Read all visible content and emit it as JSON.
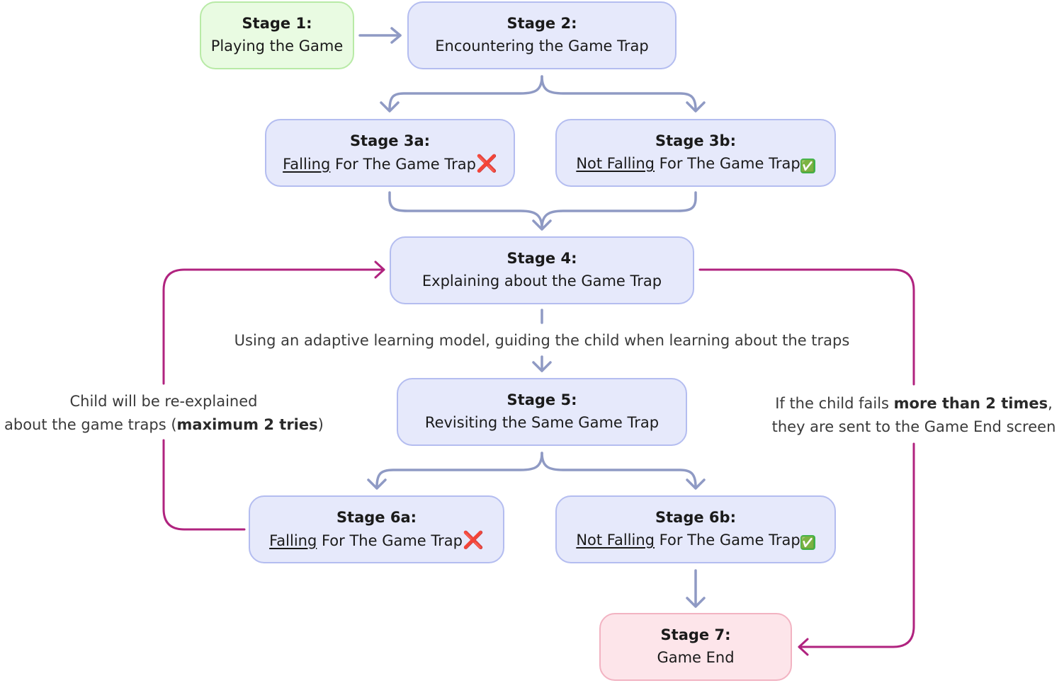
{
  "stages": {
    "s1": {
      "title": "Stage 1:",
      "desc": "Playing the Game"
    },
    "s2": {
      "title": "Stage 2:",
      "desc": "Encountering the Game Trap"
    },
    "s3a": {
      "title": "Stage 3a:",
      "desc_underlined": "Falling",
      "desc_rest": " For The Game Trap",
      "mark": "❌"
    },
    "s3b": {
      "title": "Stage 3b:",
      "desc_underlined": "Not Falling",
      "desc_rest": " For The Game Trap",
      "mark": "✅"
    },
    "s4": {
      "title": "Stage 4:",
      "desc": "Explaining about the Game Trap"
    },
    "s5": {
      "title": "Stage 5:",
      "desc": "Revisiting the Same Game Trap"
    },
    "s6a": {
      "title": "Stage 6a:",
      "desc_underlined": "Falling",
      "desc_rest": " For The Game Trap",
      "mark": "❌"
    },
    "s6b": {
      "title": "Stage 6b:",
      "desc_underlined": "Not Falling",
      "desc_rest": " For The Game Trap",
      "mark": "✅"
    },
    "s7": {
      "title": "Stage 7:",
      "desc": "Game End"
    }
  },
  "annotations": {
    "adaptive": "Using an adaptive learning model, guiding the child when learning about the traps",
    "reexplain": {
      "line1": "Child will be re-explained",
      "line2_pre": "about the game traps (",
      "line2_bold": "maximum 2 tries",
      "line2_post": ")"
    },
    "fail": {
      "line1_pre": "If the child fails ",
      "line1_bold": "more than 2 times",
      "line1_post": ",",
      "line2": "they are sent to the Game End screen"
    }
  },
  "colors": {
    "flow_arrow": "#8f9ac4",
    "loop_arrow": "#b0237f",
    "node_fill": "#e6e9fb",
    "node_border": "#b4bdf0",
    "start_fill": "#e9fbe2",
    "start_border": "#b8eaa6",
    "end_fill": "#fde5ea",
    "end_border": "#f2b3c2"
  }
}
